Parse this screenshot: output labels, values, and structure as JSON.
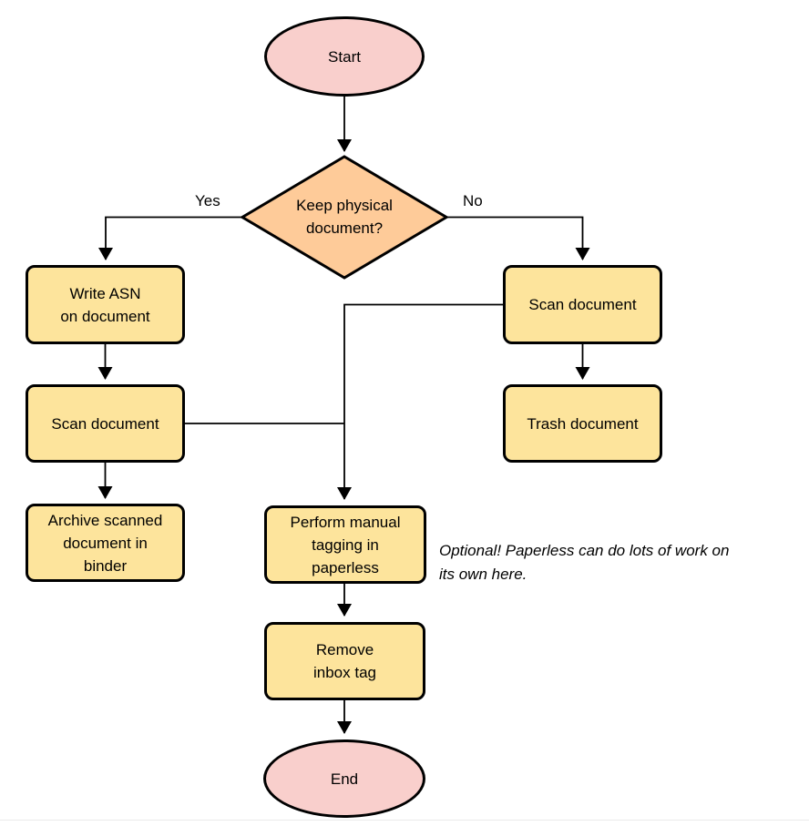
{
  "diagram": {
    "type": "flowchart",
    "nodes": {
      "start": {
        "shape": "ellipse",
        "label": "Start"
      },
      "decision": {
        "shape": "diamond",
        "label": "Keep physical\ndocument?"
      },
      "write_asn": {
        "shape": "process",
        "label": "Write ASN\non document"
      },
      "scan_left": {
        "shape": "process",
        "label": "Scan document"
      },
      "archive": {
        "shape": "process",
        "label": "Archive scanned\ndocument in\nbinder"
      },
      "scan_right": {
        "shape": "process",
        "label": "Scan document"
      },
      "trash": {
        "shape": "process",
        "label": "Trash document"
      },
      "tagging": {
        "shape": "process",
        "label": "Perform manual\ntagging in\npaperless"
      },
      "remove_inbox": {
        "shape": "process",
        "label": "Remove\ninbox tag"
      },
      "end": {
        "shape": "ellipse",
        "label": "End"
      }
    },
    "edge_labels": {
      "yes": "Yes",
      "no": "No"
    },
    "edges": [
      {
        "from": "start",
        "to": "decision"
      },
      {
        "from": "decision",
        "to": "write_asn",
        "label": "Yes"
      },
      {
        "from": "decision",
        "to": "scan_right",
        "label": "No"
      },
      {
        "from": "write_asn",
        "to": "scan_left"
      },
      {
        "from": "scan_left",
        "to": "archive"
      },
      {
        "from": "scan_right",
        "to": "trash"
      },
      {
        "from": "scan_right",
        "to": "tagging"
      },
      {
        "from": "scan_left",
        "to": "tagging"
      },
      {
        "from": "tagging",
        "to": "remove_inbox"
      },
      {
        "from": "remove_inbox",
        "to": "end"
      }
    ],
    "note": {
      "text": "Optional! Paperless can do lots of work on\nits own here."
    },
    "colors": {
      "terminal_fill": "#f9cfcc",
      "decision_fill": "#fecb99",
      "process_fill": "#fde49c",
      "stroke": "#000000",
      "text": "#000000",
      "bottom_divider": "#ebebeb"
    }
  }
}
